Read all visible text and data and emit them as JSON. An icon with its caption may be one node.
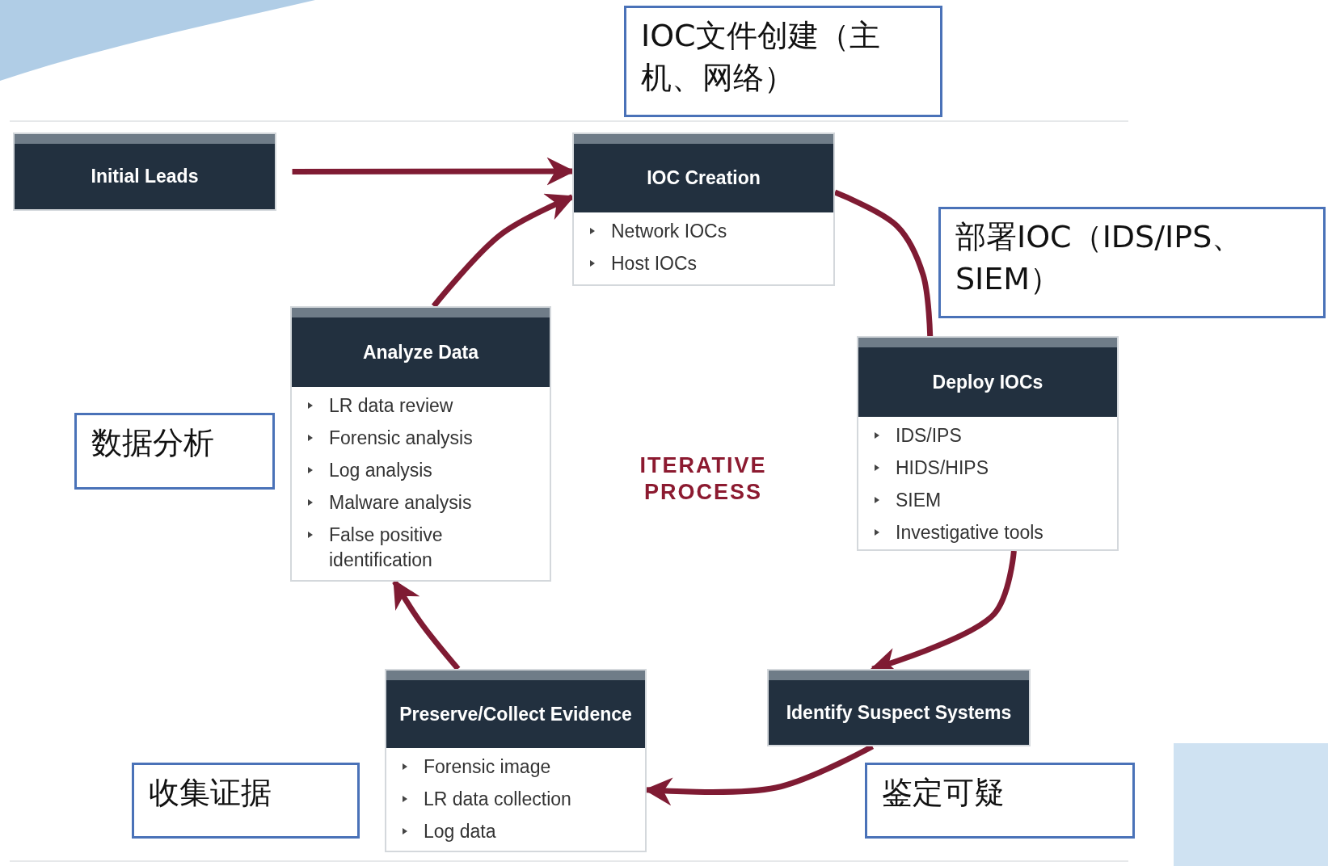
{
  "diagram": {
    "nodes": [
      {
        "text": [
          "IOC文件创建（主机、网络）"
        ]
      },
      {
        "text": [
          "Initial Leads"
        ]
      },
      {
        "text": [
          "IOC Creation",
          "Network IOCs",
          "Host IOCs"
        ]
      },
      {
        "text": [
          "部署IOC（IDS/IPS、SIEM）"
        ]
      },
      {
        "text": [
          "Analyze Data",
          "LR data review",
          "Forensic analysis",
          "Log analysis",
          "Malware analysis",
          "False positive identification"
        ]
      },
      {
        "text": [
          "Deploy IOCs",
          "IDS/IPS",
          "HIDS/HIPS",
          "SIEM",
          "Investigative tools"
        ]
      },
      {
        "text": [
          "数据分析"
        ]
      },
      {
        "text": [
          "Identify Suspect Systems"
        ]
      },
      {
        "text": [
          "Preserve/Collect Evidence",
          "Forensic image",
          "LR data collection",
          "Log data"
        ]
      },
      {
        "text": [
          "收集证据"
        ]
      },
      {
        "text": [
          "鉴定可疑"
        ]
      }
    ],
    "edges": [
      {
        "from": 1,
        "to": 2,
        "arrow": "to"
      },
      {
        "from": 2,
        "to": 5,
        "arrow": "none"
      },
      {
        "from": 5,
        "to": 7,
        "arrow": "to"
      },
      {
        "from": 7,
        "to": 8,
        "arrow": "to"
      },
      {
        "from": 8,
        "to": 4,
        "arrow": "to"
      },
      {
        "from": 4,
        "to": 2,
        "arrow": "to"
      }
    ],
    "labels": [
      "ITERATIVE PROCESS"
    ]
  }
}
